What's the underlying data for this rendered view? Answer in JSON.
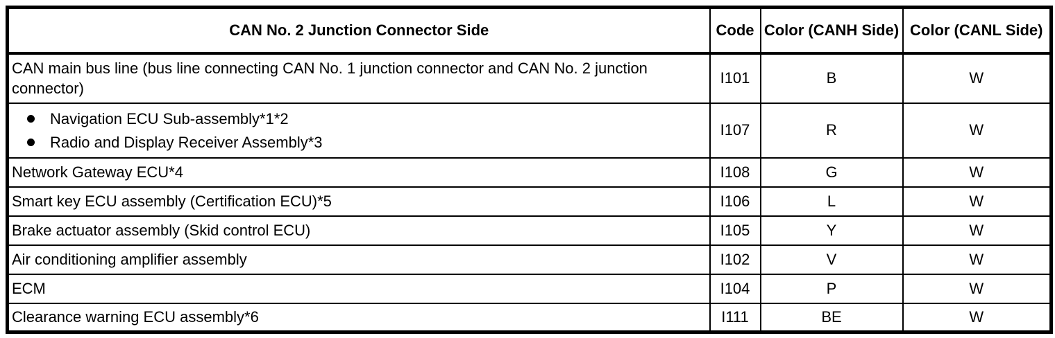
{
  "colors": {
    "border": "#000000",
    "background": "#ffffff",
    "text": "#000000"
  },
  "table": {
    "headers": {
      "device": "CAN No. 2 Junction Connector Side",
      "code": "Code",
      "canh": "Color (CANH Side)",
      "canl": "Color (CANL Side)"
    },
    "rows": [
      {
        "description": "CAN main bus line (bus line connecting CAN No. 1 junction connector and CAN No. 2 junction connector)",
        "code": "I101",
        "canh": "B",
        "canl": "W"
      },
      {
        "items": [
          "Navigation ECU Sub-assembly*1*2",
          "Radio and Display Receiver Assembly*3"
        ],
        "code": "I107",
        "canh": "R",
        "canl": "W"
      },
      {
        "description": "Network Gateway ECU*4",
        "code": "I108",
        "canh": "G",
        "canl": "W"
      },
      {
        "description": "Smart key ECU assembly (Certification ECU)*5",
        "code": "I106",
        "canh": "L",
        "canl": "W"
      },
      {
        "description": "Brake actuator assembly (Skid control ECU)",
        "code": "I105",
        "canh": "Y",
        "canl": "W"
      },
      {
        "description": "Air conditioning amplifier assembly",
        "code": "I102",
        "canh": "V",
        "canl": "W"
      },
      {
        "description": "ECM",
        "code": "I104",
        "canh": "P",
        "canl": "W"
      },
      {
        "description": "Clearance warning ECU assembly*6",
        "code": "I111",
        "canh": "BE",
        "canl": "W"
      }
    ]
  }
}
